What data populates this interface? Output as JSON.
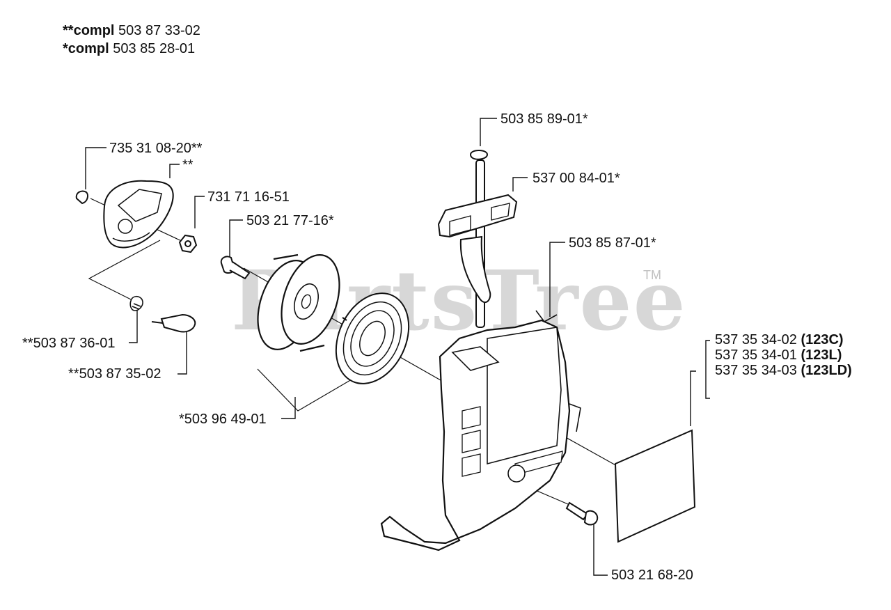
{
  "header": {
    "line1": {
      "prefix": "**compl",
      "number": "503 87 33-02"
    },
    "line2": {
      "prefix": "*compl",
      "number": "503 85 28-01"
    }
  },
  "watermark": {
    "text": "PartsTree",
    "tm": "TM"
  },
  "parts": {
    "p7353108": "735 31 08-20**",
    "double_star": "**",
    "p7317116": "731 71 16-51",
    "p5032177": "503 21 77-16*",
    "p5038589": "503 85 89-01*",
    "p5370084": "537 00 84-01*",
    "p5038587": "503 85 87-01*",
    "p5038736": "**503 87 36-01",
    "p5038735": "**503 87 35-02",
    "p5039649": "*503 96 49-01",
    "p5032168": "503 21 68-20"
  },
  "models": [
    {
      "number": "537 35 34-02",
      "model": "(123C)"
    },
    {
      "number": "537 35 34-01",
      "model": "(123L)"
    },
    {
      "number": "537 35 34-03",
      "model": "(123LD)"
    }
  ]
}
